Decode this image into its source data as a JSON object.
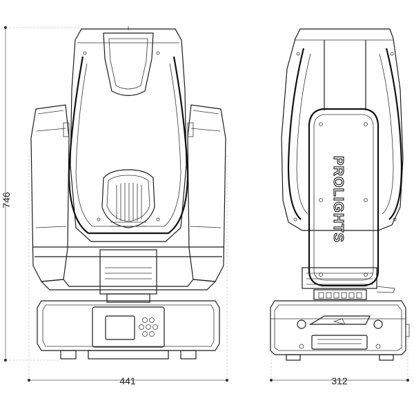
{
  "dimensions": {
    "height": "746",
    "front_width": "441",
    "side_width": "312"
  },
  "brand_text": "PROLIGHTS"
}
